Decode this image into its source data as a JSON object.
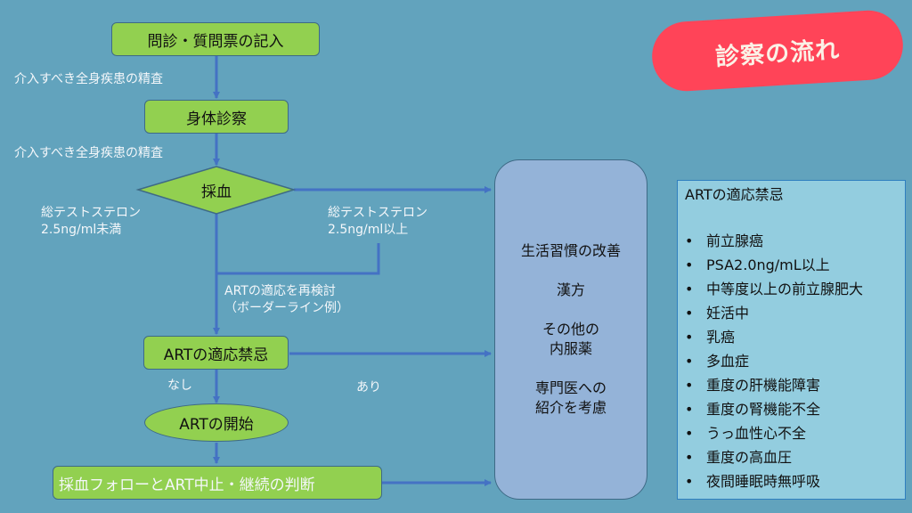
{
  "title": "診察の流れ",
  "colors": {
    "background": "#62a3bd",
    "node_fill": "#92d050",
    "arrow": "#4472c4",
    "title_badge": "#ff4458",
    "options_box": "#94b3d8",
    "contra_box": "#93cddf"
  },
  "flow": {
    "step1": "問診・質問票の記入",
    "note1": "介入すべき全身疾患の精査",
    "step2": "身体診察",
    "note2": "介入すべき全身疾患の精査",
    "decision": "採血",
    "low_t_label_line1": "総テストステロン",
    "low_t_label_line2": "2.5ng/ml未満",
    "high_t_label_line1": "総テストステロン",
    "high_t_label_line2": "2.5ng/ml以上",
    "recheck_line1": "ARTの適応を再検討",
    "recheck_line2": "（ボーダーライン例）",
    "contra_check": "ARTの適応禁忌",
    "no_label": "なし",
    "yes_label": "あり",
    "start": "ARTの開始",
    "followup": "採血フォローとART中止・継続の判断"
  },
  "options": [
    "生活習慣の改善",
    "漢方",
    "その他の\n内服薬",
    "専門医への\n紹介を考慮"
  ],
  "contraindications": {
    "title": "ARTの適応禁忌",
    "bullet": "•",
    "items": [
      "前立腺癌",
      "PSA2.0ng/mL以上",
      "中等度以上の前立腺肥大",
      "妊活中",
      "乳癌",
      "多血症",
      "重度の肝機能障害",
      "重度の腎機能不全",
      "うっ血性心不全",
      "重度の高血圧",
      "夜間睡眠時無呼吸"
    ]
  }
}
